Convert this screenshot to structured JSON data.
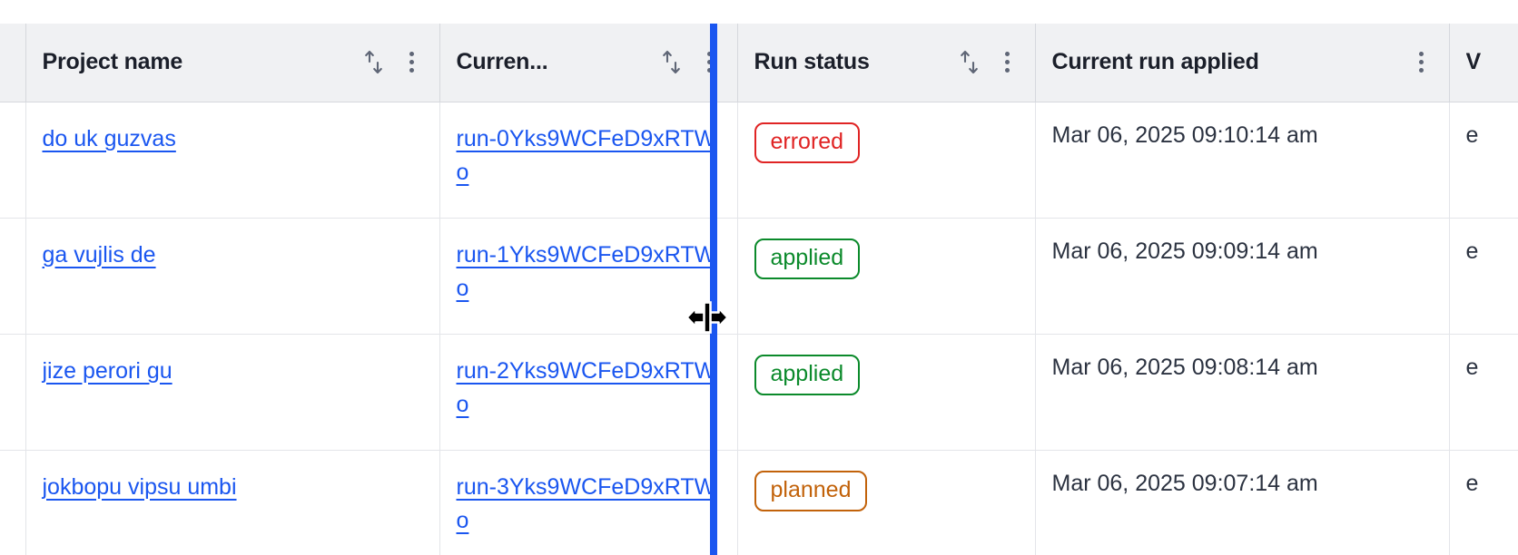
{
  "table": {
    "columns": [
      {
        "key": "select",
        "label": "",
        "sortable": false,
        "menu": false
      },
      {
        "key": "project",
        "label": "Project name",
        "sortable": true,
        "menu": true
      },
      {
        "key": "run",
        "label": "Curren...",
        "sortable": true,
        "menu": true
      },
      {
        "key": "status",
        "label": "Run status",
        "sortable": true,
        "menu": true
      },
      {
        "key": "applied",
        "label": "Current run applied",
        "sortable": false,
        "menu": true
      },
      {
        "key": "vcs",
        "label": "V",
        "sortable": false,
        "menu": false
      }
    ],
    "rows": [
      {
        "project": "do uk guzvas",
        "run": "run-0Yks9WCFeD9xRTWo",
        "status": "errored",
        "status_kind": "errored",
        "applied": "Mar 06, 2025 09:10:14 am",
        "vcs": "e"
      },
      {
        "project": "ga vujlis de",
        "run": "run-1Yks9WCFeD9xRTWo",
        "status": "applied",
        "status_kind": "applied",
        "applied": "Mar 06, 2025 09:09:14 am",
        "vcs": "e"
      },
      {
        "project": "jize perori gu",
        "run": "run-2Yks9WCFeD9xRTWo",
        "status": "applied",
        "status_kind": "applied",
        "applied": "Mar 06, 2025 09:08:14 am",
        "vcs": "e"
      },
      {
        "project": "jokbopu vipsu umbi",
        "run": "run-3Yks9WCFeD9xRTWo",
        "status": "planned",
        "status_kind": "planned",
        "applied": "Mar 06, 2025 09:07:14 am",
        "vcs": "e"
      }
    ]
  },
  "interaction": {
    "cursor": "column-resize-cursor",
    "resize_indicator_color": "#1a56f0",
    "resizing_column": "Curren..."
  },
  "icons": {
    "sort": "sort-arrows-icon",
    "menu": "column-menu-kebab-icon"
  },
  "colors": {
    "link": "#1a56f0",
    "header_bg": "#f0f1f3",
    "errored": "#e02424",
    "applied": "#0b8a2b",
    "planned": "#c2620a"
  }
}
